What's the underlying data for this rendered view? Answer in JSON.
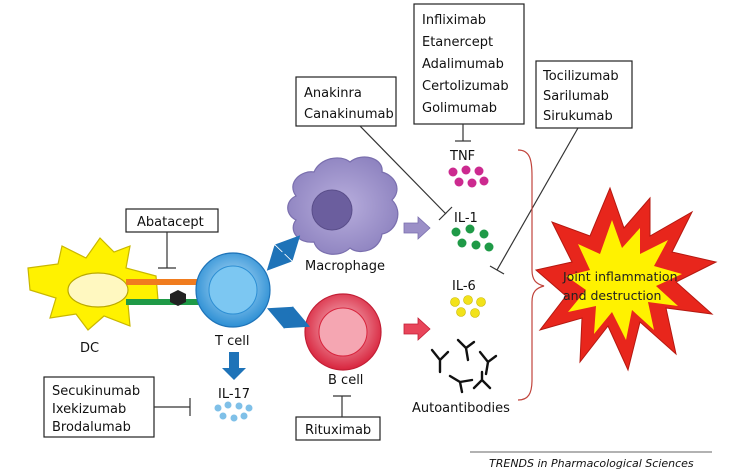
{
  "drug_boxes": {
    "tnf_inhibitors": [
      "Infliximab",
      "Etanercept",
      "Adalimumab",
      "Certolizumab",
      "Golimumab"
    ],
    "il1_inhibitors": [
      "Anakinra",
      "Canakinumab"
    ],
    "il6_inhibitors": [
      "Tocilizumab",
      "Sarilumab",
      "Sirukumab"
    ],
    "costim_blocker": [
      "Abatacept"
    ],
    "il17_inhibitors": [
      "Secukinumab",
      "Ixekizumab",
      "Brodalumab"
    ],
    "bcell_depleter": [
      "Rituximab"
    ]
  },
  "cells": {
    "dc": "DC",
    "tcell": "T cell",
    "macrophage": "Macrophage",
    "bcell": "B cell"
  },
  "mediators": {
    "tnf": "TNF",
    "il1": "IL-1",
    "il6": "IL-6",
    "il17": "IL-17",
    "autoantibodies": "Autoantibodies"
  },
  "outcome": [
    "Joint inflammation",
    "and destruction"
  ],
  "footer": "TRENDS in Pharmacological Sciences",
  "colors": {
    "dc": "#fff200",
    "tcell": "#5fb4e8",
    "macrophage": "#9b8fc7",
    "bcell": "#e8455a",
    "tnf_dots": "#cc2a8f",
    "il1_dots": "#1f9a47",
    "il6_dots": "#f2e21a",
    "il17_dots": "#7fc0e8",
    "burst_outer": "#e8261c",
    "burst_inner": "#fff200"
  }
}
